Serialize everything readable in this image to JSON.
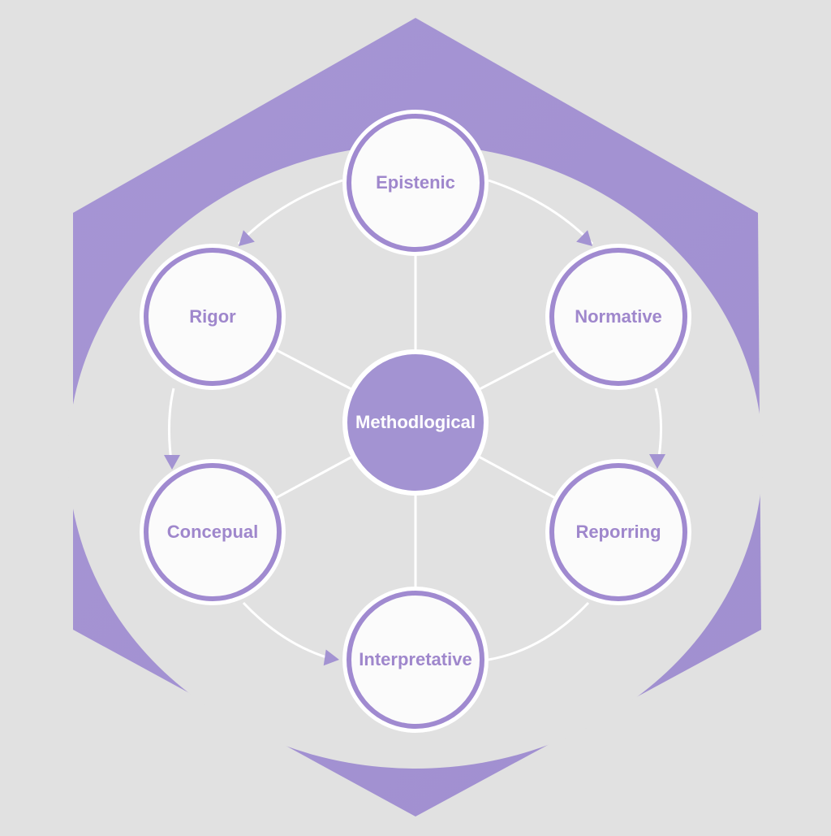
{
  "colors": {
    "background": "#e1e1e1",
    "accent": "#a393d2",
    "ring": "#a08ad0",
    "label": "#9f87cc",
    "node_fill": "#fbfbfb",
    "connector": "#ffffff",
    "center_label": "#ffffff"
  },
  "diagram": {
    "center": {
      "id": "methodological",
      "label": "Methodlogical"
    },
    "nodes": [
      {
        "id": "epistemic",
        "label": "Epistenic"
      },
      {
        "id": "normative",
        "label": "Normative"
      },
      {
        "id": "reporting",
        "label": "Reporring"
      },
      {
        "id": "interpretative",
        "label": "Interpretative"
      },
      {
        "id": "conceptual",
        "label": "Concepual"
      },
      {
        "id": "rigor",
        "label": "Rigor"
      }
    ],
    "cycle_edges": [
      {
        "from": "epistemic",
        "to": "normative",
        "arrow": true
      },
      {
        "from": "normative",
        "to": "reporting",
        "arrow": true
      },
      {
        "from": "reporting",
        "to": "interpretative",
        "arrow": false
      },
      {
        "from": "conceptual",
        "to": "interpretative",
        "arrow": true
      },
      {
        "from": "rigor",
        "to": "conceptual",
        "arrow": true
      },
      {
        "from": "epistemic",
        "to": "rigor",
        "arrow": true
      }
    ],
    "spokes": [
      "epistemic",
      "normative",
      "reporting",
      "interpretative",
      "conceptual",
      "rigor"
    ]
  }
}
